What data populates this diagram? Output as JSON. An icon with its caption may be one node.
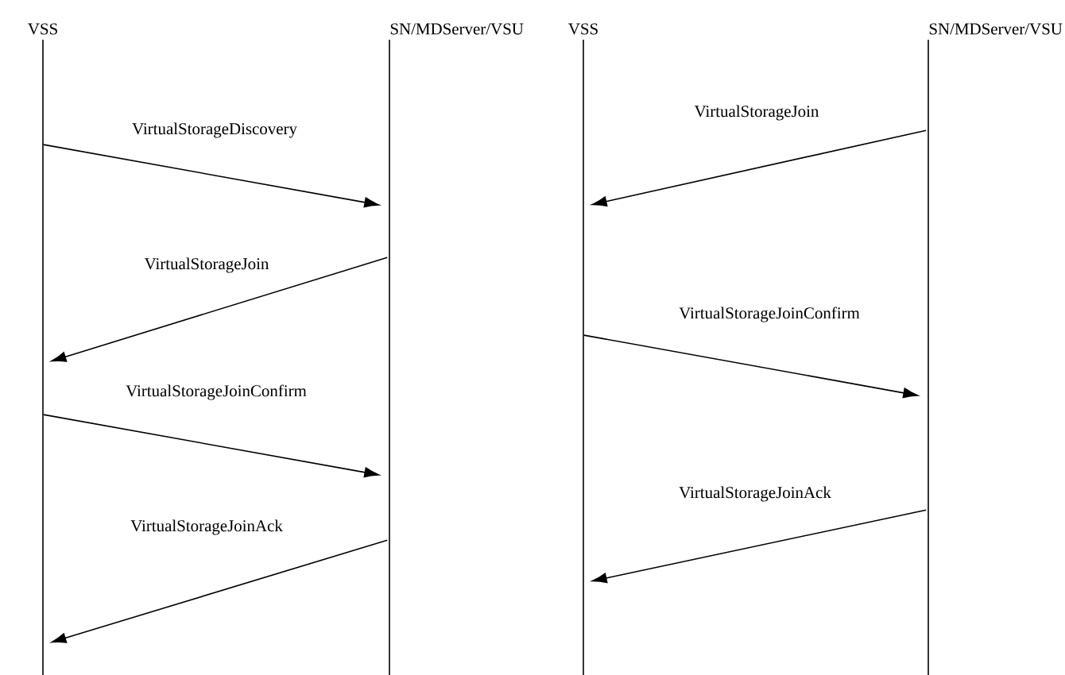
{
  "diagram": {
    "nodes": [
      {
        "text": [
          "VSS"
        ]
      },
      {
        "text": [
          "SN/MDServer/VSU"
        ]
      },
      {
        "text": [
          "VSS"
        ]
      },
      {
        "text": [
          "SN/MDServer/VSU"
        ]
      }
    ],
    "edges": [
      {
        "from": 0,
        "to": 1,
        "arrow": "to",
        "label": "VirtualStorageDiscovery"
      },
      {
        "from": 1,
        "to": 0,
        "arrow": "to",
        "label": "VirtualStorageJoin"
      },
      {
        "from": 0,
        "to": 1,
        "arrow": "to",
        "label": "VirtualStorageJoinConfirm"
      },
      {
        "from": 1,
        "to": 0,
        "arrow": "to",
        "label": "VirtualStorageJoinAck"
      },
      {
        "from": 3,
        "to": 2,
        "arrow": "to",
        "label": "VirtualStorageJoin"
      },
      {
        "from": 2,
        "to": 3,
        "arrow": "to",
        "label": "VirtualStorageJoinConfirm"
      },
      {
        "from": 3,
        "to": 2,
        "arrow": "to",
        "label": "VirtualStorageJoinAck"
      }
    ]
  }
}
